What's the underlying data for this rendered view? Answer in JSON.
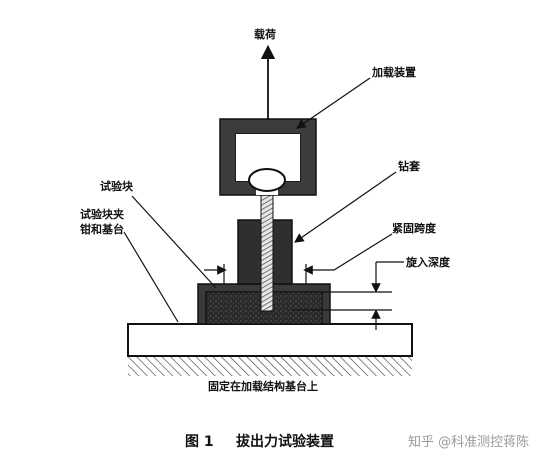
{
  "labels": {
    "load": "载荷",
    "loading_device": "加载装置",
    "drill_sleeve": "钻套",
    "test_block": "试验块",
    "clamp_line1": "试验块夹",
    "clamp_line2": "钳和基台",
    "clamping_span": "紧固跨度",
    "screw_depth": "旋入深度",
    "fixed_base": "固定在加载结构基台上"
  },
  "caption": {
    "figure_number": "图 1",
    "title": "拔出力试验装置"
  },
  "watermark": "知乎 @科准测控蒋陈"
}
